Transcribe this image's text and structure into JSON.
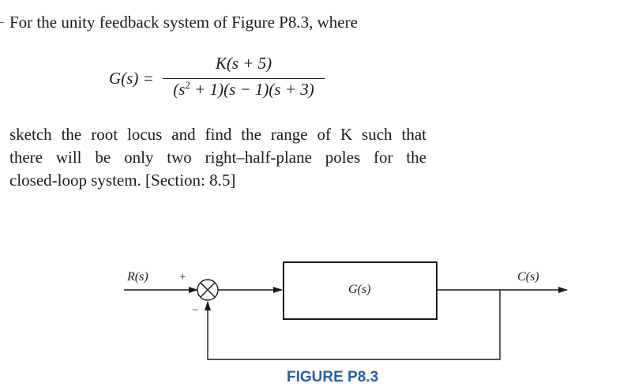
{
  "problem": {
    "intro": "For the unity feedback system of Figure P8.3, where",
    "equation": {
      "lhs": "G(s) =",
      "numerator": "K(s + 5)",
      "denominator_pre": "(s",
      "denominator_exp": "2",
      "denominator_post": " + 1)(s − 1)(s + 3)"
    },
    "body_lines": [
      "sketch the root locus and find the range of K such that",
      "there will be only two right–half-plane poles for the",
      "closed-loop system. [Section: 8.5]"
    ]
  },
  "figure": {
    "input_label": "R(s)",
    "plus_sign": "+",
    "minus_sign": "−",
    "block_label": "G(s)",
    "output_label": "C(s)",
    "caption": "FIGURE P8.3"
  },
  "colors": {
    "caption": "#2b5fa6",
    "text": "#1a1a1a"
  }
}
